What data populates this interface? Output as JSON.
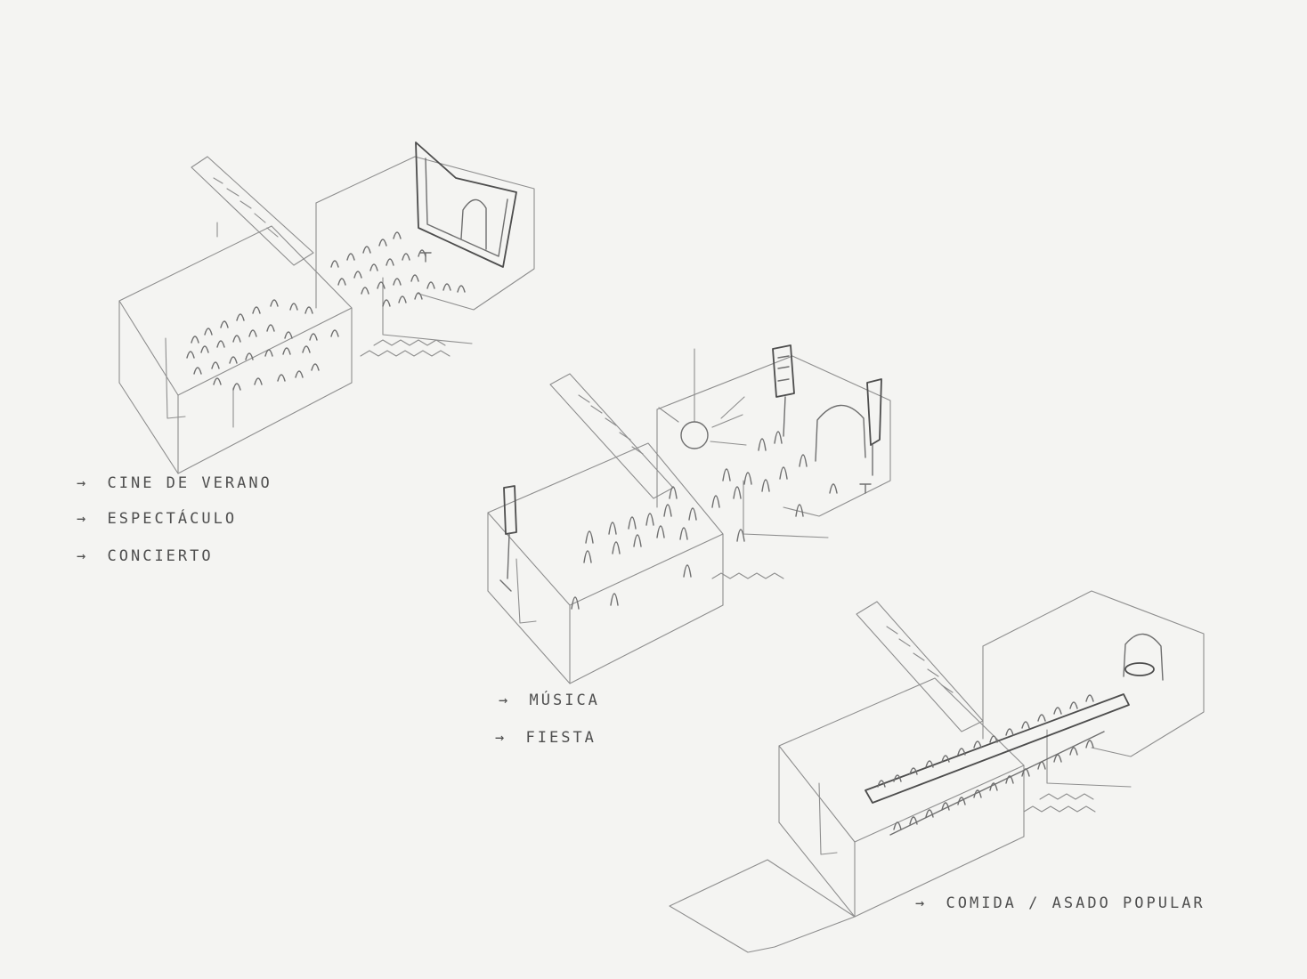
{
  "annotations": {
    "sketch_one": [
      "CINE DE VERANO",
      "ESPECTÁCULO",
      "CONCIERTO"
    ],
    "sketch_two": [
      "MÚSICA",
      "FIESTA"
    ],
    "sketch_three": [
      "COMIDA / ASADO POPULAR"
    ]
  },
  "arrow_glyph": "→",
  "colors": {
    "paper": "#f4f4f2",
    "pencil": "#5a5a5a"
  }
}
